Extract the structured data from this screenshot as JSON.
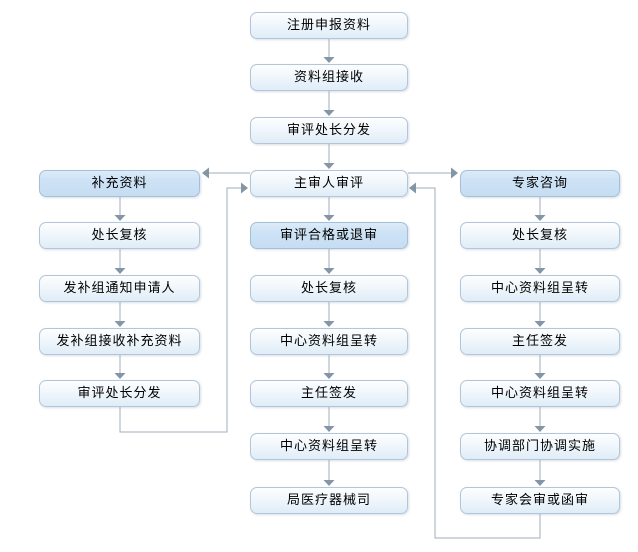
{
  "diagram": {
    "type": "flowchart",
    "language": "zh-CN",
    "colors": {
      "bg": "#ffffff",
      "node_border": "#b3c6d9",
      "node_fill_top": "#fdfeff",
      "node_fill_bottom": "#dfecf7",
      "highlight_fill_top": "#dcebf9",
      "highlight_fill_bottom": "#c6ddf2",
      "connector_line": "#9fadbb",
      "connector_arrow": "#8496a6",
      "text": "#000000"
    },
    "nodes": {
      "center": [
        "注册申报资料",
        "资料组接收",
        "审评处长分发",
        "主审人审评",
        "审评合格或退审",
        "处长复核",
        "中心资料组呈转",
        "主任签发",
        "中心资料组呈转",
        "局医疗器械司"
      ],
      "left": [
        "补充资料",
        "处长复核",
        "发补组通知申请人",
        "发补组接收补充资料",
        "审评处长分发"
      ],
      "right": [
        "专家咨询",
        "处长复核",
        "中心资料组呈转",
        "主任签发",
        "中心资料组呈转",
        "协调部门协调实施",
        "专家会审或函审"
      ]
    },
    "highlighted_nodes": [
      "补充资料",
      "审评合格或退审",
      "专家咨询"
    ],
    "edges": [
      [
        "注册申报资料",
        "资料组接收"
      ],
      [
        "资料组接收",
        "审评处长分发"
      ],
      [
        "审评处长分发",
        "主审人审评"
      ],
      [
        "主审人审评",
        "审评合格或退审"
      ],
      [
        "审评合格或退审",
        "处长复核"
      ],
      [
        "处长复核",
        "中心资料组呈转"
      ],
      [
        "中心资料组呈转",
        "主任签发"
      ],
      [
        "主任签发",
        "中心资料组呈转"
      ],
      [
        "中心资料组呈转",
        "局医疗器械司"
      ],
      [
        "主审人审评",
        "补充资料"
      ],
      [
        "补充资料",
        "处长复核(左)"
      ],
      [
        "处长复核(左)",
        "发补组通知申请人"
      ],
      [
        "发补组通知申请人",
        "发补组接收补充资料"
      ],
      [
        "发补组接收补充资料",
        "审评处长分发(左)"
      ],
      [
        "审评处长分发(左)",
        "主审人审评"
      ],
      [
        "主审人审评",
        "专家咨询"
      ],
      [
        "专家咨询",
        "处长复核(右)"
      ],
      [
        "处长复核(右)",
        "中心资料组呈转(右)"
      ],
      [
        "中心资料组呈转(右)",
        "主任签发(右)"
      ],
      [
        "主任签发(右)",
        "中心资料组呈转(右2)"
      ],
      [
        "中心资料组呈转(右2)",
        "协调部门协调实施"
      ],
      [
        "协调部门协调实施",
        "专家会审或函审"
      ],
      [
        "专家会审或函审",
        "主审人审评"
      ]
    ]
  }
}
